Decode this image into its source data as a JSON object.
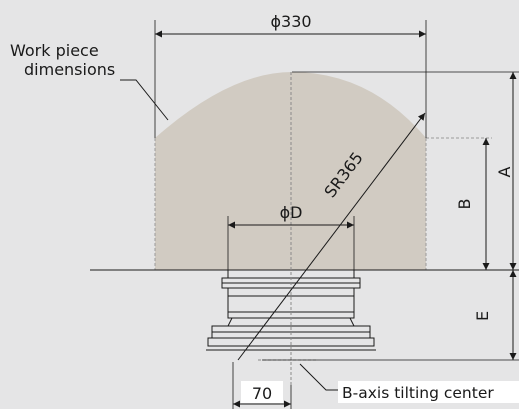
{
  "labels": {
    "diameter_top": "ϕ330",
    "work_piece_line1": "Work piece",
    "work_piece_line2": "dimensions",
    "radius": "SR365",
    "diameter_d": "ϕD",
    "dim_a": "A",
    "dim_b": "B",
    "dim_e": "E",
    "offset": "70",
    "b_axis": "B-axis tilting center"
  },
  "colors": {
    "background": "#e5e5e6",
    "work_piece_fill": "#d1cbc2",
    "line": "#1a1a1a",
    "label_box": "#ffffff"
  }
}
